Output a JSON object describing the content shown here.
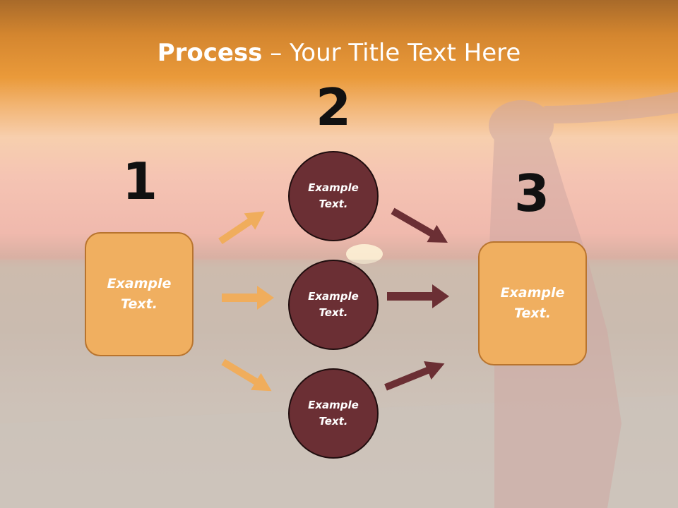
{
  "slide": {
    "title_bold": "Process",
    "title_rest": " – Your Title Text Here"
  },
  "diagram": {
    "numbers": {
      "one": "1",
      "two": "2",
      "three": "3"
    },
    "left_box": {
      "line1": "Example",
      "line2": "Text."
    },
    "right_box": {
      "line1": "Example",
      "line2": "Text."
    },
    "circles": [
      {
        "line1": "Example",
        "line2": "Text."
      },
      {
        "line1": "Example",
        "line2": "Text."
      },
      {
        "line1": "Example",
        "line2": "Text."
      }
    ]
  },
  "colors": {
    "box_fill": "#f0af60",
    "box_border": "#b8742e",
    "circle_fill": "#6b2f34",
    "orange_arrow": "#f0ad5c",
    "maroon_arrow": "#6b2f34",
    "number_text": "#111111",
    "title_text": "#ffffff"
  }
}
